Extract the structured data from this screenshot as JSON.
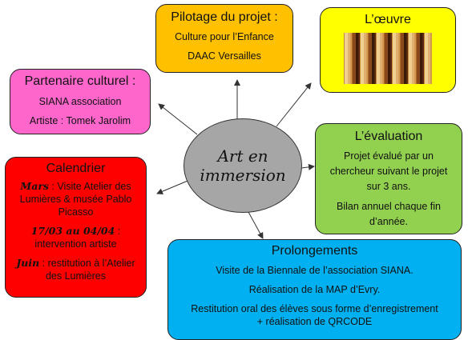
{
  "center": {
    "line1": "Art en",
    "line2": "immersion"
  },
  "pilotage": {
    "title": "Pilotage du projet :",
    "lines": [
      "Culture pour l’Enfance",
      "DAAC Versailles"
    ]
  },
  "oeuvre": {
    "title": "L’œuvre"
  },
  "partenaire": {
    "title": "Partenaire culturel :",
    "lines": [
      "SIANA association",
      "Artiste : Tomek Jarolim"
    ]
  },
  "evaluation": {
    "title": "L’évaluation",
    "lines": [
      "Projet évalué par un chercheur suivant le projet sur 3 ans.",
      "Bilan annuel chaque fin d’année."
    ]
  },
  "calendrier": {
    "title": "Calendrier",
    "items": [
      {
        "label": "Mars",
        "text": " : Visite Atelier des Lumières & musée Pablo Picasso"
      },
      {
        "label": "17/03 au 04/04",
        "text": " : intervention artiste"
      },
      {
        "label": "Juin",
        "text": " : restitution à l’Atelier des Lumières"
      }
    ]
  },
  "prolongements": {
    "title": "Prolongements",
    "lines": [
      "Visite de la Biennale de l’association SIANA.",
      "Réalisation de la MAP d’Evry.",
      "Restitution oral des élèves sous forme d’enregistrement + réalisation de QRCODE"
    ]
  },
  "colors": {
    "pilotage": "#ffc000",
    "oeuvre": "#ffff00",
    "partenaire": "#ff66cc",
    "evaluation": "#92d050",
    "calendrier": "#ff0000",
    "prolongements": "#00b0f0"
  }
}
